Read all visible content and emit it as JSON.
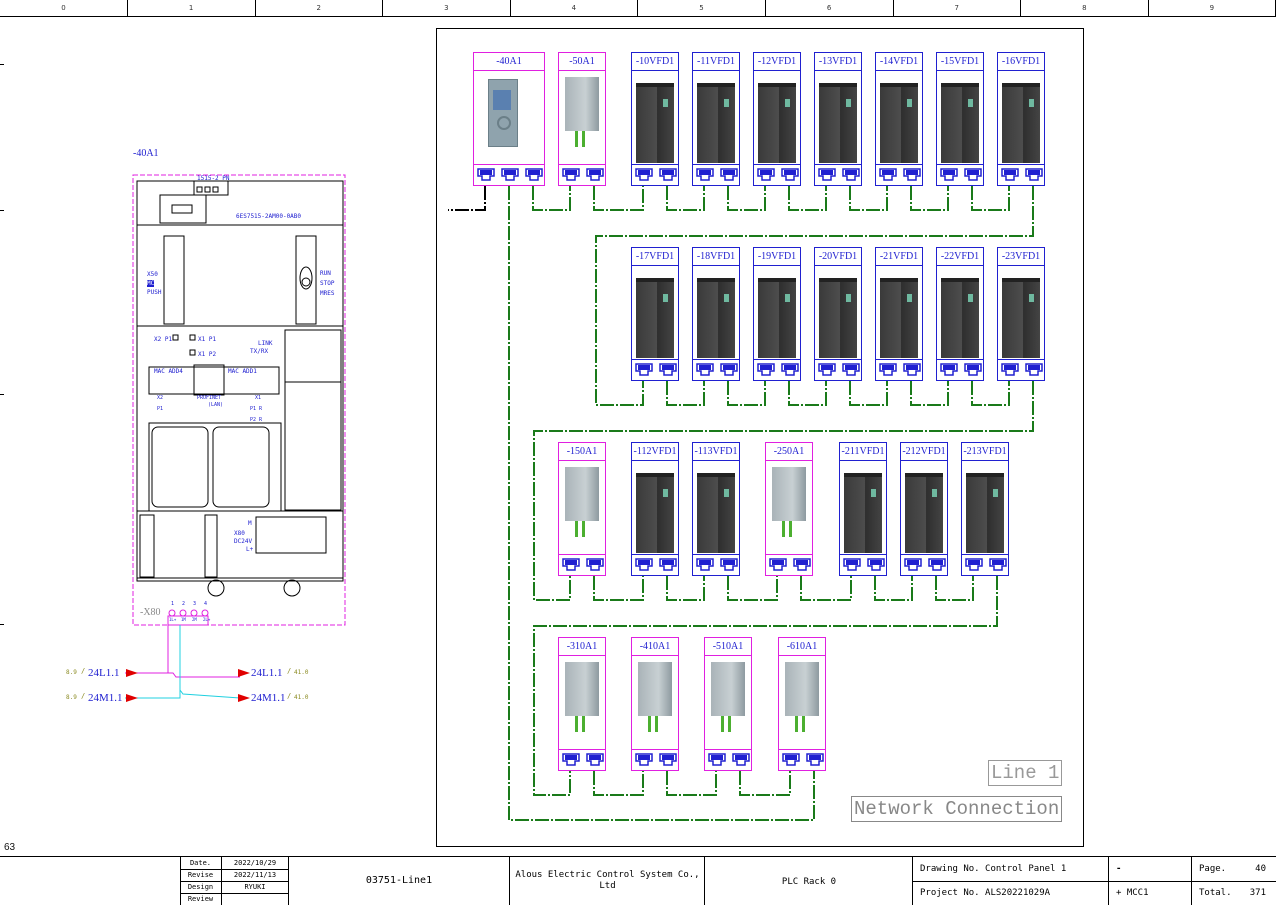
{
  "ruler": {
    "columns": [
      "0",
      "1",
      "2",
      "3",
      "4",
      "5",
      "6",
      "7",
      "8",
      "9"
    ]
  },
  "cpu_panel": {
    "tag": "-40A1",
    "ports_label": "1515-2 PN",
    "order_no": "6ES7515-2AM00-0AB0",
    "x50_label": "X50",
    "mc_label": "MC",
    "push_label": "PUSH",
    "run_label": "RUN",
    "stop_label": "STOP",
    "mres_label": "MRES",
    "x2p1_label": "X2 P1",
    "x1p1_label": "X1 P1",
    "x1p2_label": "X1 P2",
    "link_label": "LINK",
    "txrx_label": "TX/RX",
    "mac4_label": "MAC ADD4",
    "mac1_label": "MAC ADD1",
    "x2_label": "X2",
    "p1_label": "P1",
    "profinet_label": "PROFINET",
    "lan_label": "(LAN)",
    "x1_label": "X1",
    "p1r_label": "P1 R",
    "p2r_label": "P2 R",
    "m_label": "M",
    "x80_label": "X80",
    "dc24_label": "DC24V",
    "lplus_label": "L+",
    "terminal_tag": "-X80",
    "terminal_numbers": [
      "1",
      "2",
      "3",
      "4"
    ],
    "terminal_names": [
      "1L+",
      "1M",
      "2M",
      "2L+"
    ]
  },
  "wires": [
    {
      "src_ref": "8.9",
      "name": "24L1.1",
      "dst_name": "24L1.1",
      "dst_ref": "41.0",
      "color": "#e020e0"
    },
    {
      "src_ref": "8.9",
      "name": "24M1.1",
      "dst_name": "24M1.1",
      "dst_ref": "41.0",
      "color": "#20d0e0"
    }
  ],
  "network": {
    "rows": [
      [
        {
          "tag": "-40A1",
          "type": "cpu",
          "ports": 3
        },
        {
          "tag": "-50A1",
          "type": "im",
          "ports": 2
        },
        {
          "tag": "-10VFD1",
          "type": "vfd",
          "ports": 2
        },
        {
          "tag": "-11VFD1",
          "type": "vfd",
          "ports": 2
        },
        {
          "tag": "-12VFD1",
          "type": "vfd",
          "ports": 2
        },
        {
          "tag": "-13VFD1",
          "type": "vfd",
          "ports": 2
        },
        {
          "tag": "-14VFD1",
          "type": "vfd",
          "ports": 2
        },
        {
          "tag": "-15VFD1",
          "type": "vfd",
          "ports": 2
        },
        {
          "tag": "-16VFD1",
          "type": "vfd",
          "ports": 2
        }
      ],
      [
        {
          "tag": "-17VFD1",
          "type": "vfd",
          "ports": 2
        },
        {
          "tag": "-18VFD1",
          "type": "vfd",
          "ports": 2
        },
        {
          "tag": "-19VFD1",
          "type": "vfd",
          "ports": 2
        },
        {
          "tag": "-20VFD1",
          "type": "vfd",
          "ports": 2
        },
        {
          "tag": "-21VFD1",
          "type": "vfd",
          "ports": 2
        },
        {
          "tag": "-22VFD1",
          "type": "vfd",
          "ports": 2
        },
        {
          "tag": "-23VFD1",
          "type": "vfd",
          "ports": 2
        }
      ],
      [
        {
          "tag": "-150A1",
          "type": "im",
          "ports": 2
        },
        {
          "tag": "-112VFD1",
          "type": "vfd",
          "ports": 2
        },
        {
          "tag": "-113VFD1",
          "type": "vfd",
          "ports": 2
        },
        {
          "tag": "-250A1",
          "type": "im",
          "ports": 2
        },
        {
          "tag": "-211VFD1",
          "type": "vfd",
          "ports": 2
        },
        {
          "tag": "-212VFD1",
          "type": "vfd",
          "ports": 2
        },
        {
          "tag": "-213VFD1",
          "type": "vfd",
          "ports": 2
        }
      ],
      [
        {
          "tag": "-310A1",
          "type": "im",
          "ports": 2
        },
        {
          "tag": "-410A1",
          "type": "im",
          "ports": 2
        },
        {
          "tag": "-510A1",
          "type": "im",
          "ports": 2
        },
        {
          "tag": "-610A1",
          "type": "im",
          "ports": 2
        }
      ]
    ],
    "line_label": "Line 1",
    "title_label": "Network Connection",
    "colors": {
      "profinet": "#1a7a1a",
      "tag_blue": "#2020d0",
      "tag_pink": "#e020e0"
    }
  },
  "sheet_number": "63",
  "title_block": {
    "date_label": "Date.",
    "date_value": "2022/10/29",
    "revise_label": "Revise",
    "revise_value": "2022/11/13",
    "design_label": "Design",
    "design_value": "RYUKI",
    "review_label": "Review",
    "project_code": "03751-Line1",
    "company": "Alous Electric Control System Co., Ltd",
    "sheet_title": "PLC Rack 0",
    "drawing_no": "Drawing No. Control Panel 1",
    "project_no": "Project No. ALS20221029A",
    "location_1": "-",
    "location_2": "+ MCC1",
    "page_label": "Page.",
    "page_value": "40",
    "total_label": "Total.",
    "total_value": "371"
  }
}
